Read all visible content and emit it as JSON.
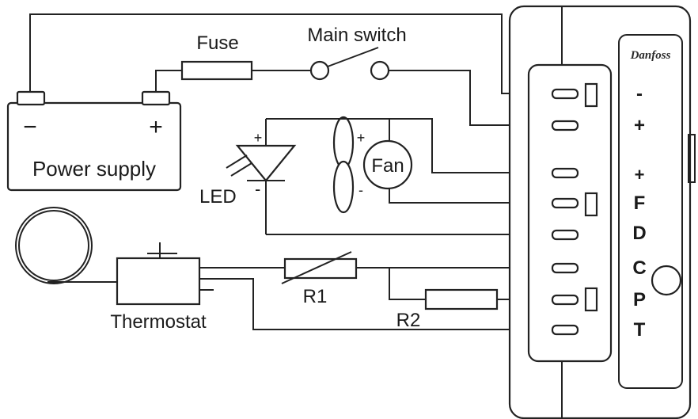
{
  "labels": {
    "fuse": "Fuse",
    "main_switch": "Main switch",
    "power_supply": "Power supply",
    "supply_minus": "−",
    "supply_plus": "+",
    "led": "LED",
    "led_minus": "-",
    "led_plus": "+",
    "fan": "Fan",
    "fan_plus": "+",
    "fan_minus": "-",
    "thermostat": "Thermostat",
    "r1": "R1",
    "r2": "R2"
  },
  "controller": {
    "logo": "Danfoss",
    "terminals": [
      "-",
      "+",
      "+",
      "F",
      "D",
      "C",
      "P",
      "T"
    ]
  },
  "colors": {
    "line": "#222222",
    "background": "#ffffff"
  }
}
